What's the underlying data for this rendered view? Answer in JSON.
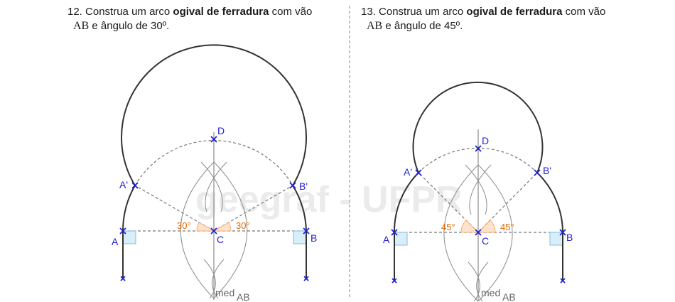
{
  "exercise_left": {
    "number": "12.",
    "text_before": "Construa um arco",
    "bold": "ogival de ferradura",
    "text_after": "com vão",
    "span_label": "AB",
    "angle_text": "e ângulo de 30º."
  },
  "exercise_right": {
    "number": "13.",
    "text_before": "Construa um arco",
    "bold": "ogival de ferradura",
    "text_after": "com vão",
    "span_label": "AB",
    "angle_text": "e ângulo de 45º."
  },
  "watermark": "geegraf - UFPR",
  "colors": {
    "arc": "#333333",
    "construction": "#777777",
    "points": "#1f1fd6",
    "angle": "#e06a00",
    "angle_fill": "#fde3cc",
    "right_angle_fill": "#d8eef8",
    "right_angle_stroke": "#7fbfdf",
    "divider": "#7fa7d0"
  },
  "diagram_left": {
    "point_labels": {
      "A": "A",
      "B": "B",
      "C": "C",
      "D": "D",
      "A_prime": "A'",
      "B_prime": "B'"
    },
    "angle_labels": [
      "30°",
      "30°"
    ],
    "mediatrix_label": "med",
    "mediatrix_subscript": "AB"
  },
  "diagram_right": {
    "point_labels": {
      "A": "A",
      "B": "B",
      "C": "C",
      "D": "D",
      "A_prime": "A'",
      "B_prime": "B'"
    },
    "angle_labels": [
      "45°",
      "45°"
    ],
    "mediatrix_label": "med",
    "mediatrix_subscript": "AB"
  }
}
